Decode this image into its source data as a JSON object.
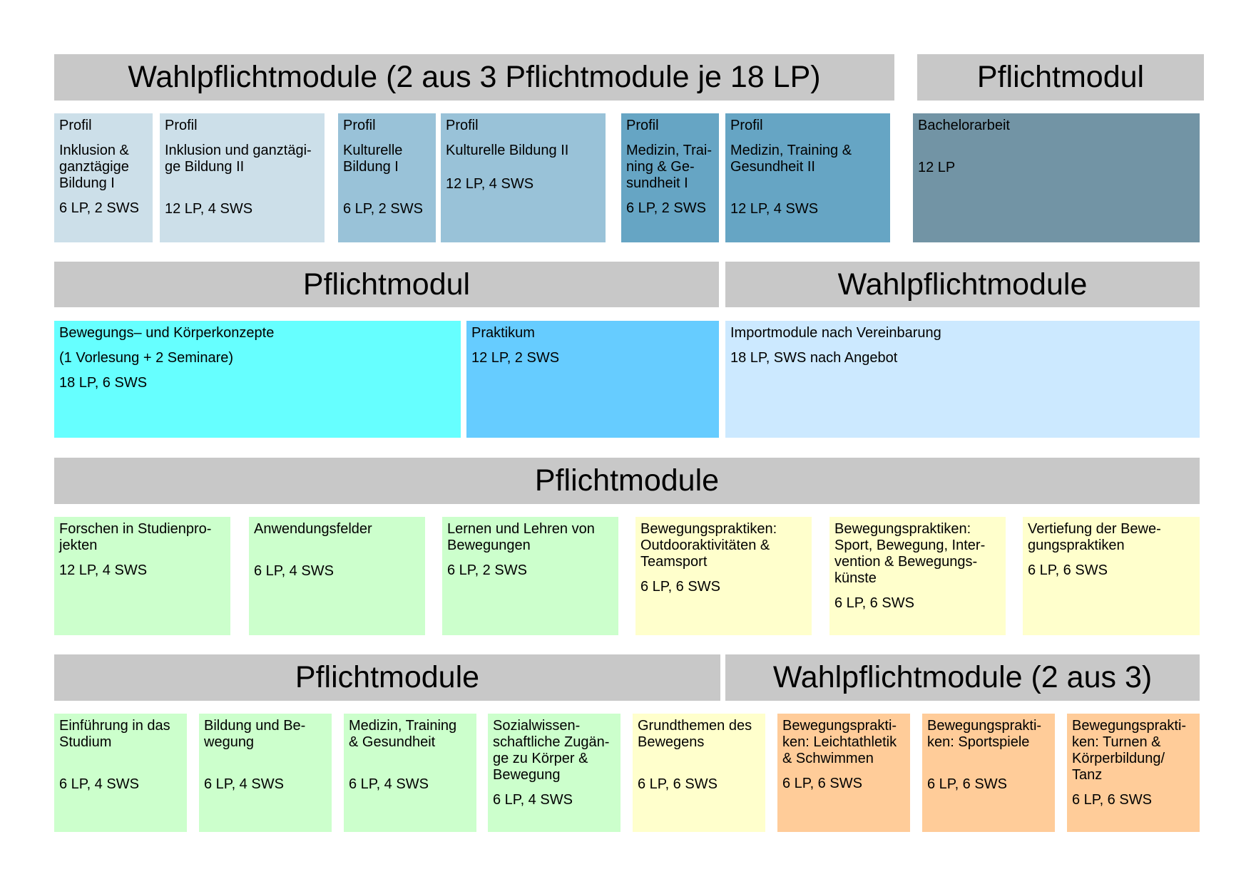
{
  "colors": {
    "header": "#c8c8c8",
    "profil_1": "#ccdfe9",
    "profil_2": "#99c2d8",
    "profil_3": "#66a5c4",
    "bachelor": "#7294a5",
    "cyan": "#66ffff",
    "blue": "#66ccff",
    "lightblue": "#cce9ff",
    "green": "#ccffcc",
    "yellow": "#ffffcc",
    "orange": "#ffcc99"
  },
  "row1": {
    "header_left": "Wahlpflichtmodule (2 aus 3 Pflichtmodule je 18 LP)",
    "header_right": "Pflichtmodul",
    "boxes": [
      {
        "lines": [
          "Profil",
          "",
          "Inklusion &",
          "ganztägige",
          "Bildung I",
          "",
          "6 LP, 2 SWS"
        ]
      },
      {
        "lines": [
          "Profil",
          "",
          "Inklusion und ganztägi-",
          "ge Bildung II",
          "",
          "",
          "",
          "12 LP, 4 SWS"
        ]
      },
      {
        "lines": [
          "Profil",
          "",
          "Kulturelle",
          "Bildung I",
          "",
          "",
          "",
          "6 LP, 2 SWS"
        ]
      },
      {
        "lines": [
          "Profil",
          "",
          "Kulturelle Bildung II",
          "",
          "",
          "12 LP, 4 SWS"
        ]
      },
      {
        "lines": [
          "Profil",
          "",
          "Medizin, Trai-",
          "ning & Ge-",
          "sundheit I",
          "",
          "6 LP, 2 SWS"
        ]
      },
      {
        "lines": [
          "Profil",
          "",
          "Medizin, Training &",
          "Gesundheit II",
          "",
          "",
          "",
          "12 LP, 4 SWS"
        ]
      },
      {
        "lines": [
          "Bachelorarbeit",
          "",
          "",
          "",
          "12 LP"
        ]
      }
    ]
  },
  "row2": {
    "header_left": "Pflichtmodul",
    "header_right": "Wahlpflichtmodule",
    "boxes": [
      {
        "lines": [
          "Bewegungs– und Körperkonzepte",
          "",
          "(1 Vorlesung + 2 Seminare)",
          "",
          "18 LP, 6 SWS"
        ]
      },
      {
        "lines": [
          "Praktikum",
          "",
          "12 LP, 2 SWS"
        ]
      },
      {
        "lines": [
          "Importmodule nach Vereinbarung",
          "",
          "18 LP, SWS nach Angebot"
        ]
      }
    ]
  },
  "row3": {
    "header": "Pflichtmodule",
    "boxes": [
      {
        "lines": [
          "Forschen in Studienpro-",
          "jekten",
          "",
          "12 LP, 4 SWS"
        ]
      },
      {
        "lines": [
          "Anwendungsfelder",
          "",
          "",
          "",
          "6 LP, 4 SWS"
        ]
      },
      {
        "lines": [
          "Lernen und Lehren von",
          "Bewegungen",
          "",
          "6 LP, 2 SWS"
        ]
      },
      {
        "lines": [
          "Bewegungspraktiken:",
          "Outdooraktivitäten &",
          "Teamsport",
          "",
          "6 LP, 6 SWS"
        ]
      },
      {
        "lines": [
          "Bewegungspraktiken:",
          "Sport, Bewegung, Inter-",
          "vention & Bewegungs-",
          "künste",
          "",
          "6 LP, 6 SWS"
        ]
      },
      {
        "lines": [
          "Vertiefung der Bewe-",
          "gungspraktiken",
          "",
          "6 LP, 6 SWS"
        ]
      }
    ]
  },
  "row4": {
    "header_left": "Pflichtmodule",
    "header_right": "Wahlpflichtmodule (2 aus 3)",
    "boxes": [
      {
        "lines": [
          "Einführung in das",
          "Studium",
          "",
          "",
          "",
          "6 LP, 4 SWS"
        ]
      },
      {
        "lines": [
          "Bildung und Be-",
          "wegung",
          "",
          "",
          "",
          "6 LP, 4 SWS"
        ]
      },
      {
        "lines": [
          "Medizin, Training",
          "& Gesundheit",
          "",
          "",
          "",
          "6 LP, 4 SWS"
        ]
      },
      {
        "lines": [
          "Sozialwissen-",
          "schaftliche Zugän-",
          "ge zu Körper &",
          "Bewegung",
          "",
          "6 LP, 4 SWS"
        ]
      },
      {
        "lines": [
          "Grundthemen des",
          "Bewegens",
          "",
          "",
          "",
          "6 LP, 6 SWS"
        ]
      },
      {
        "lines": [
          "Bewegungsprakti-",
          "ken: Leichtathletik",
          "& Schwimmen",
          "",
          "6 LP, 6 SWS"
        ]
      },
      {
        "lines": [
          "Bewegungsprakti-",
          "ken: Sportspiele",
          "",
          "",
          "",
          "6 LP, 6 SWS"
        ]
      },
      {
        "lines": [
          "Bewegungsprakti-",
          "ken: Turnen &",
          "Körperbildung/",
          "Tanz",
          "",
          "6 LP, 6 SWS"
        ]
      }
    ]
  }
}
